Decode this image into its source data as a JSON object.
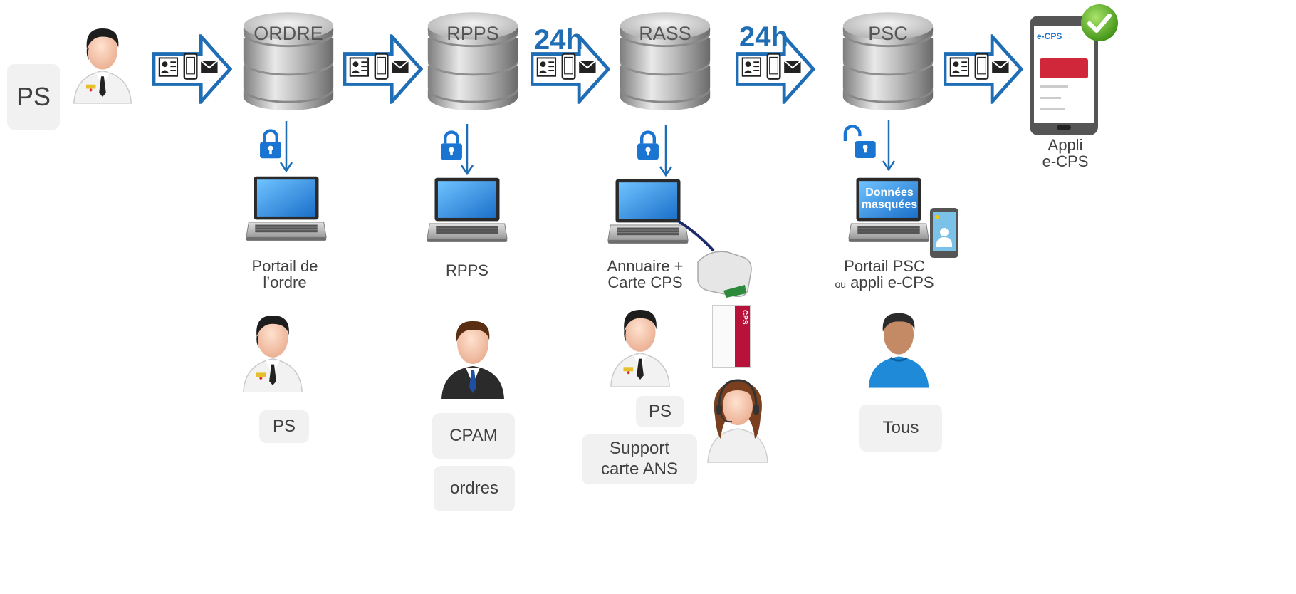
{
  "start": {
    "ps_label": "PS"
  },
  "databases": [
    {
      "name": "ORDRE"
    },
    {
      "name": "RPPS"
    },
    {
      "name": "RASS"
    },
    {
      "name": "PSC"
    }
  ],
  "delays": {
    "first": "24h",
    "second": "24h"
  },
  "portals": [
    {
      "caption_line1": "Portail de",
      "caption_line2": "l’ordre"
    },
    {
      "caption_line1": "RPPS",
      "caption_line2": ""
    },
    {
      "caption_line1": "Annuaire +",
      "caption_line2": "Carte CPS"
    },
    {
      "caption_line1": "Portail PSC",
      "caption_small": "ou",
      "caption_line2": "appli e-CPS"
    }
  ],
  "masked_screen": {
    "line1": "Données",
    "line2": "masquées"
  },
  "app": {
    "line1": "Appli",
    "line2": "e-CPS",
    "screen_brand": "e-CPS"
  },
  "users": {
    "ordre": "PS",
    "rpps": [
      "CPAM",
      "ordres"
    ],
    "rass_ps": "PS",
    "rass_support_line1": "Support",
    "rass_support_line2": "carte ANS",
    "psc": "Tous"
  },
  "card_text": "CPS",
  "colors": {
    "arrow_fill": "#ffffff",
    "arrow_stroke": "#1f6db5",
    "lock": "#1a74d2",
    "accent_text": "#1f6db5",
    "pill_bg": "#f1f1f1"
  }
}
